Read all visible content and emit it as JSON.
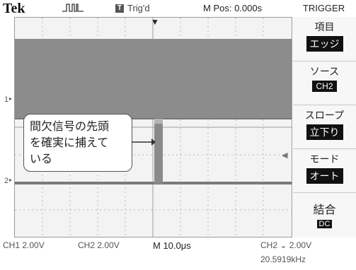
{
  "top": {
    "brand": "Tek",
    "trig_box": "T",
    "trig_status": "Trig'd",
    "mpos": "M Pos: 0.000s",
    "menu_title": "TRIGGER"
  },
  "markers": {
    "ch1": "1",
    "ch2": "2"
  },
  "callout": {
    "line1": "間欠信号の先頭",
    "line2": "を確実に捕えて",
    "line3": "いる"
  },
  "menu": [
    {
      "label": "項目",
      "value": "エッジ"
    },
    {
      "label": "ソース",
      "value": "CH2"
    },
    {
      "label": "スロープ",
      "value": "立下り"
    },
    {
      "label": "モード",
      "value": "オート"
    },
    {
      "label": "結合",
      "value": "DC"
    }
  ],
  "bottom": {
    "ch1": "CH1  2.00V",
    "ch2": "CH2  2.00V",
    "timebase": "M 10.0μs",
    "trig_src": "CH2 ⌄ 2.00V",
    "freq": "20.5919kHz"
  }
}
